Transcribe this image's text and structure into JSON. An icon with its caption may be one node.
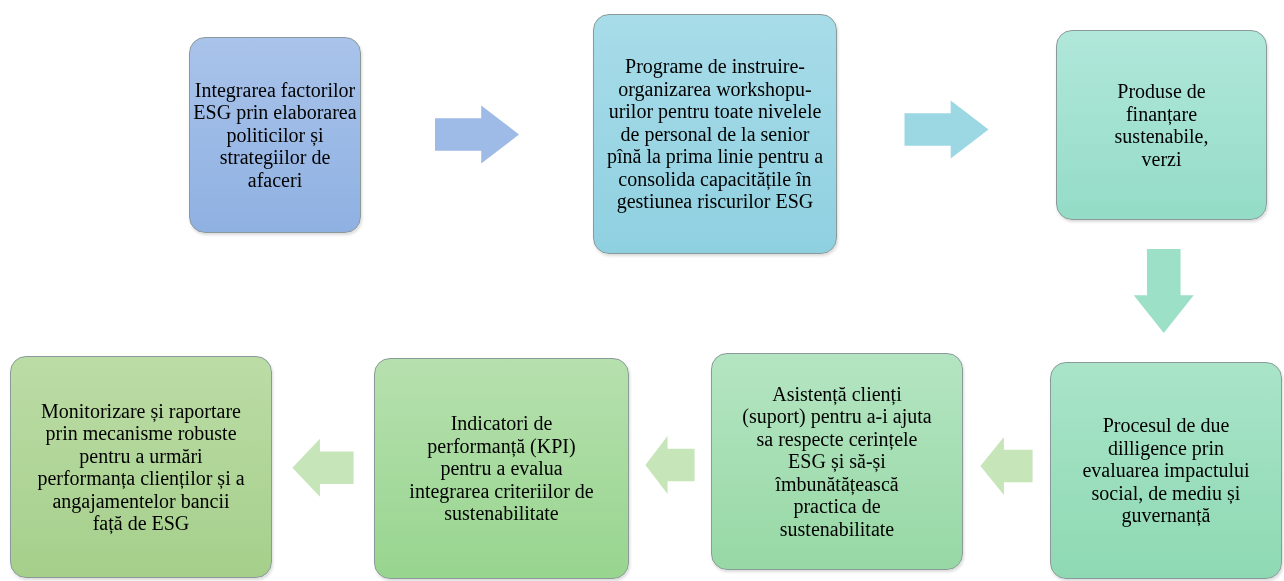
{
  "diagram": {
    "nodes": [
      {
        "text": [
          "Integrarea factorilor ESG prin elaborarea politicilor și strategiilor de afaceri"
        ]
      },
      {
        "text": [
          "Programe de instruire-organizarea workshopu-urilor pentru toate nivelele de personal de la senior pînă la prima linie pentru a consolida capacitățile în gestiunea riscurilor ESG"
        ]
      },
      {
        "text": [
          "Produse de finanțare sustenabile, verzi"
        ]
      },
      {
        "text": [
          "Procesul de due dilligence prin evaluarea impactului social, de mediu și guvernanță"
        ]
      },
      {
        "text": [
          "Asistență clienți (suport) pentru a-i ajuta sa respecte cerințele ESG și să-și îmbunătățească practica de sustenabilitate"
        ]
      },
      {
        "text": [
          "Indicatori de performanță (KPI) pentru a evalua integrarea criteriilor de sustenabilitate"
        ]
      },
      {
        "text": [
          "Monitorizare și raportare prin mecanisme robuste pentru a urmări performanța clienților și a angajamentelor bancii față de ESG"
        ]
      }
    ],
    "edges": [
      {
        "from": 0,
        "to": 1,
        "arrow": "to",
        "style": "thick",
        "color": "#9dbbe6"
      },
      {
        "from": 1,
        "to": 2,
        "arrow": "to",
        "style": "thick",
        "color": "#9cd8e4"
      },
      {
        "from": 2,
        "to": 3,
        "arrow": "to",
        "style": "thick",
        "color": "#9de0c8"
      },
      {
        "from": 3,
        "to": 4,
        "arrow": "to",
        "style": "thick"
      },
      {
        "from": 4,
        "to": 5,
        "arrow": "to",
        "style": "thick"
      },
      {
        "from": 5,
        "to": 6,
        "arrow": "to",
        "style": "thick"
      }
    ]
  }
}
